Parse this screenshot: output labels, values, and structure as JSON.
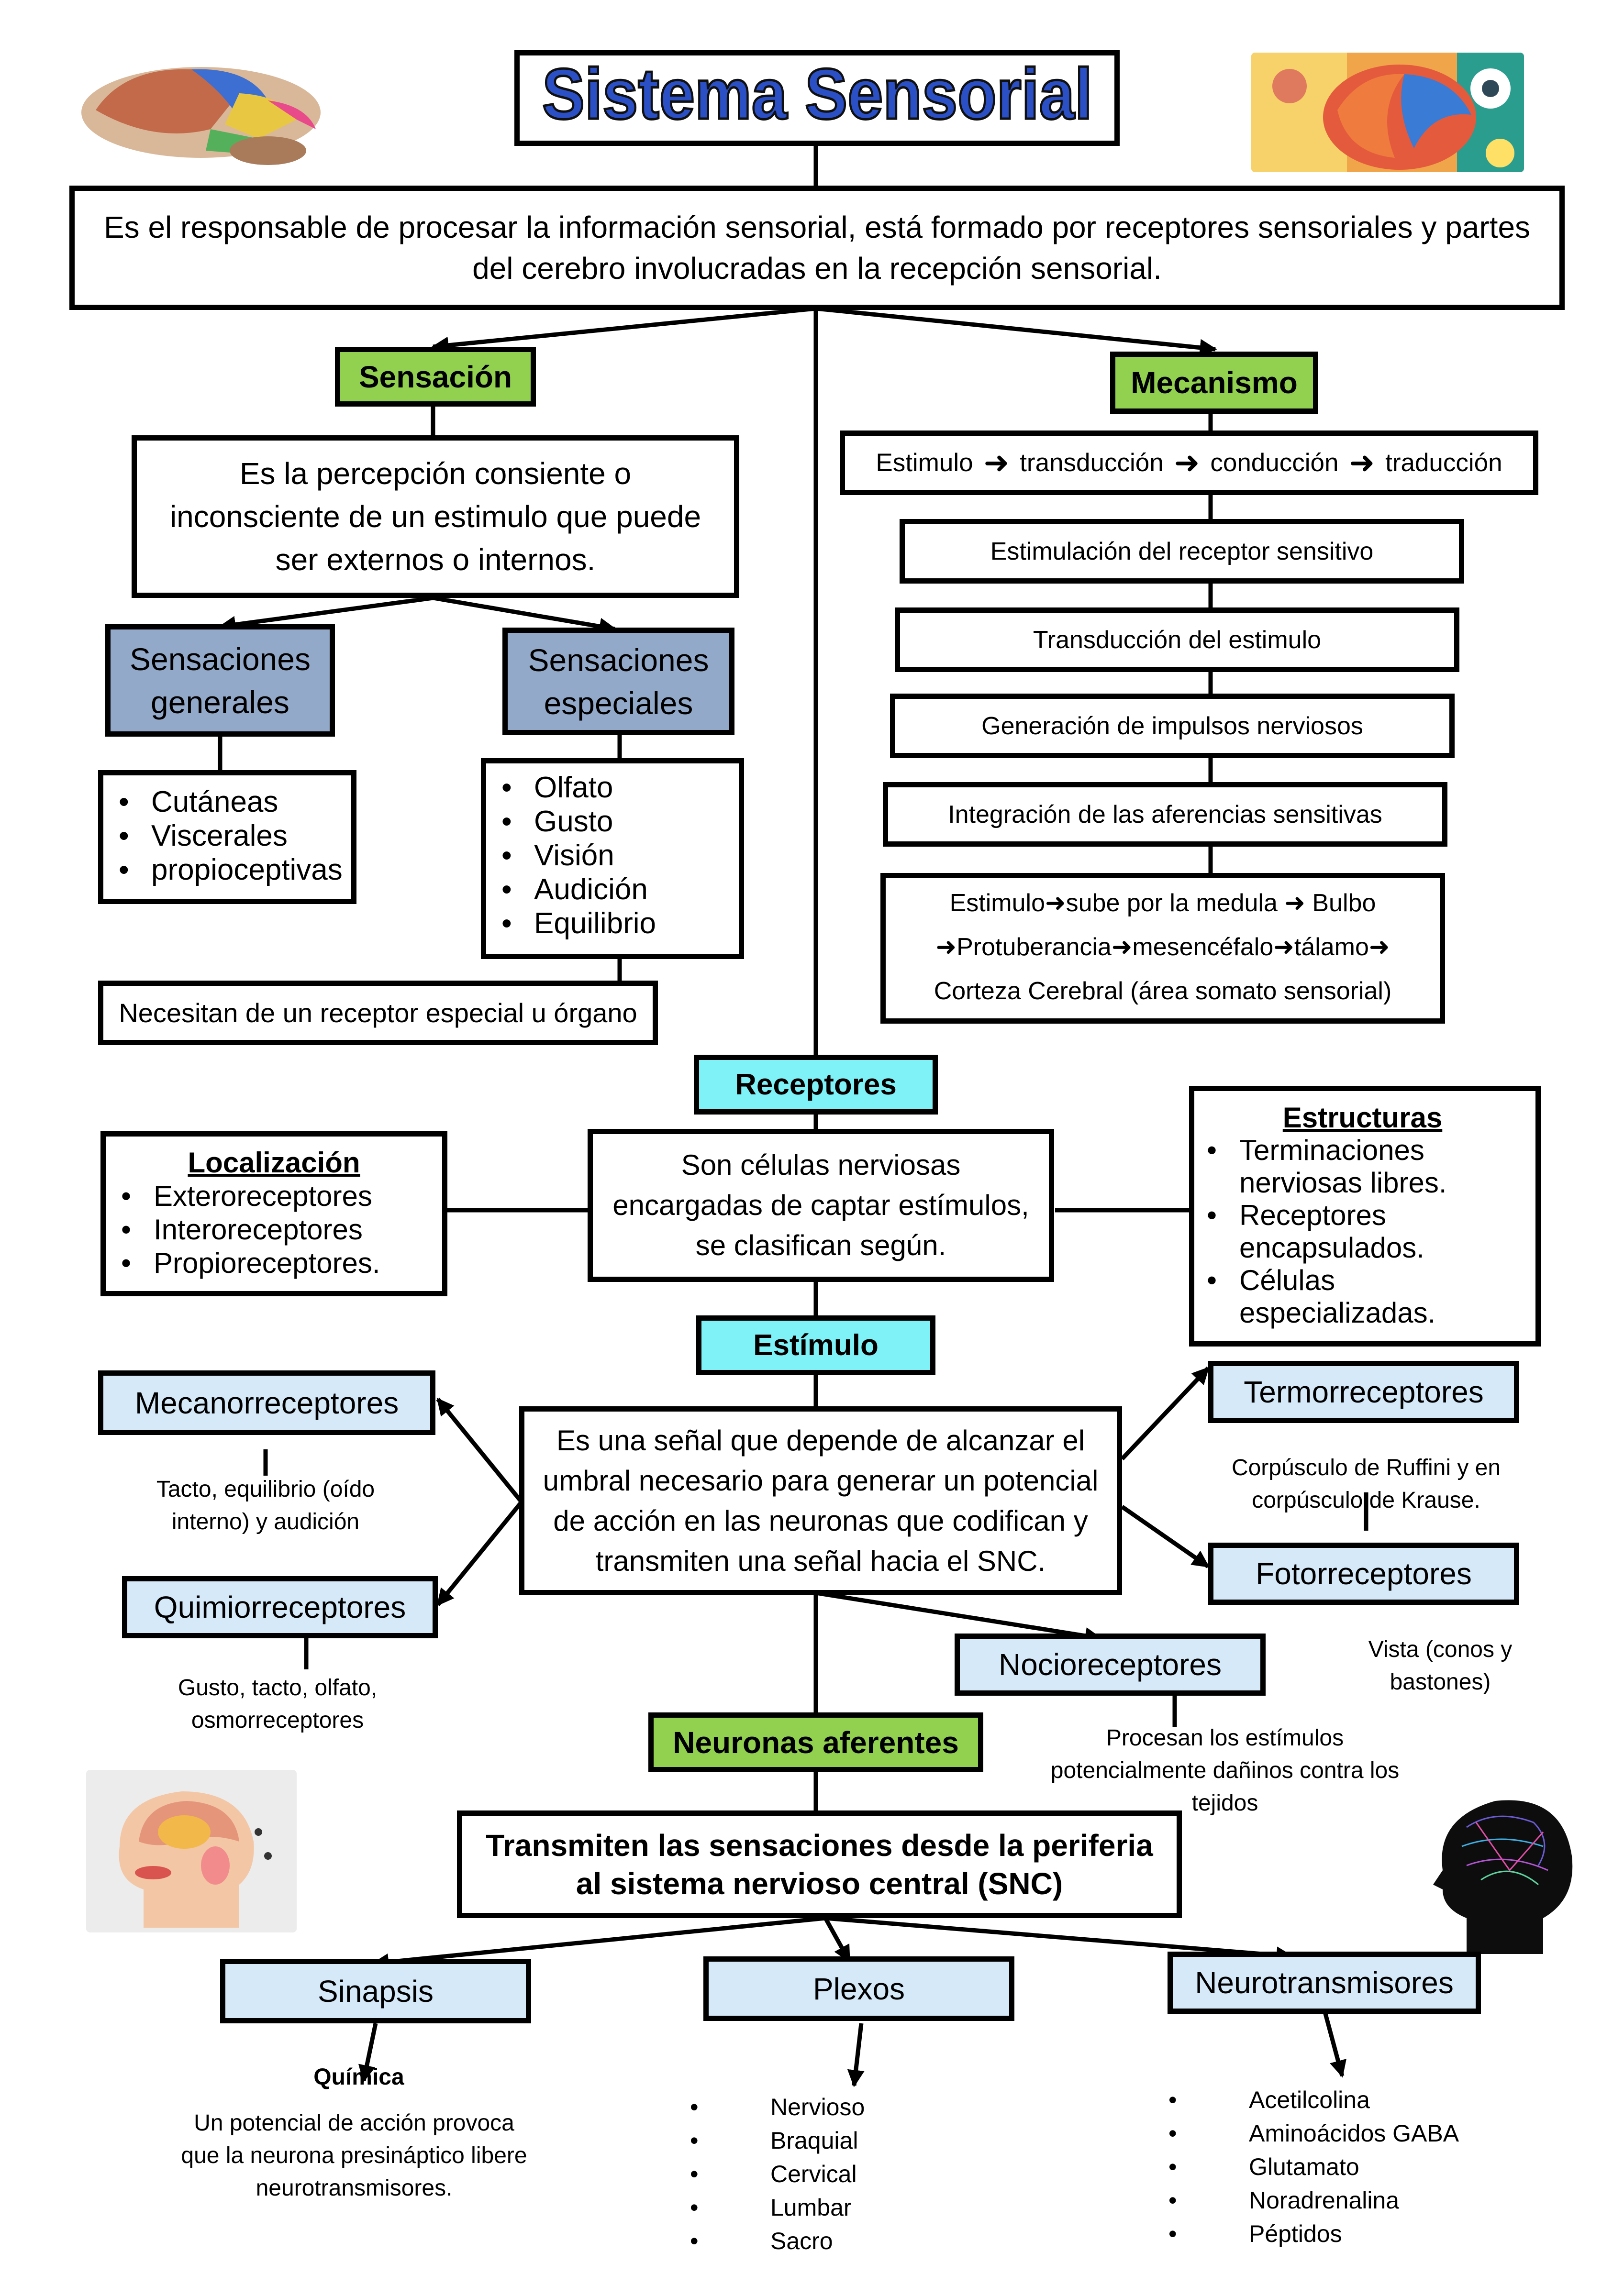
{
  "title": "Sistema Sensorial",
  "intro": "Es el responsable de procesar la información sensorial, está formado por receptores sensoriales y partes del cerebro involucradas en la recepción sensorial.",
  "sensacion": {
    "label": "Sensación",
    "definition": "Es la percepción consiente o inconsciente de un estimulo que puede ser externos o internos.",
    "generales": {
      "label": "Sensaciones generales",
      "items": [
        "Cutáneas",
        "Viscerales",
        "propioceptivas"
      ]
    },
    "especiales": {
      "label": "Sensaciones especiales",
      "items": [
        "Olfato",
        "Gusto",
        "Visión",
        "Audición",
        "Equilibrio"
      ]
    },
    "note": "Necesitan de un receptor especial u órgano"
  },
  "mecanismo": {
    "label": "Mecanismo",
    "flow": [
      "Estimulo",
      "transducción",
      "conducción",
      "traducción"
    ],
    "steps": [
      "Estimulación del receptor sensitivo",
      "Transducción del estimulo",
      "Generación de impulsos nerviosos",
      "Integración de las aferencias sensitivas"
    ],
    "pathway": [
      "Estimulo",
      "sube por la medula",
      "Bulbo",
      "Protuberancia",
      "mesencéfalo",
      "tálamo",
      "Corteza Cerebral (área somato sensorial)"
    ]
  },
  "receptores": {
    "label": "Receptores",
    "definition": "Son células nerviosas encargadas de captar estímulos, se clasifican según.",
    "localizacion": {
      "title": "Localización",
      "items": [
        "Exteroreceptores",
        "Interoreceptores",
        "Propioreceptores."
      ]
    },
    "estructuras": {
      "title": "Estructuras",
      "items": [
        "Terminaciones nerviosas libres.",
        "Receptores encapsulados.",
        "Células especializadas."
      ]
    }
  },
  "estimulo": {
    "label": "Estímulo",
    "definition": "Es una señal que depende de alcanzar el umbral necesario para generar un potencial de acción en las neuronas que codifican y transmiten una señal hacia el SNC.",
    "types": [
      {
        "label": "Mecanorreceptores",
        "desc": "Tacto, equilibrio (oído interno) y audición"
      },
      {
        "label": "Quimiorreceptores",
        "desc": "Gusto, tacto, olfato, osmorreceptores"
      },
      {
        "label": "Termorreceptores",
        "desc": "Corpúsculo de Ruffini y en corpúsculo de Krause."
      },
      {
        "label": "Fotorreceptores",
        "desc": "Vista (conos y bastones)"
      },
      {
        "label": "Nocioreceptores",
        "desc": "Procesan los estímulos potencialmente dañinos contra los tejidos"
      }
    ]
  },
  "neuronas": {
    "label": "Neuronas aferentes",
    "definition": "Transmiten las sensaciones desde la periferia al sistema nervioso central (SNC)",
    "sinapsis": {
      "label": "Sinapsis",
      "subtitle": "Química",
      "desc": "Un potencial de acción provoca que la neurona presináptico libere neurotransmisores."
    },
    "plexos": {
      "label": "Plexos",
      "items": [
        "Nervioso",
        "Braquial",
        "Cervical",
        "Lumbar",
        "Sacro"
      ]
    },
    "neurotransmisores": {
      "label": "Neurotransmisores",
      "items": [
        "Acetilcolina",
        "Aminoácidos GABA",
        "Glutamato",
        "Noradrenalina",
        "Péptidos"
      ]
    }
  },
  "colors": {
    "green": "#92d050",
    "cyan": "#7ff2f7",
    "light_blue": "#d5e9f9",
    "steel_blue": "#92a9c9",
    "title_blue": "#2b4fc4"
  },
  "icons": [
    "brain-diagram-icon",
    "colorful-brain-illustration-icon",
    "head-anatomy-diagram-icon",
    "head-silhouette-brain-icon",
    "arrow-right-icon"
  ]
}
